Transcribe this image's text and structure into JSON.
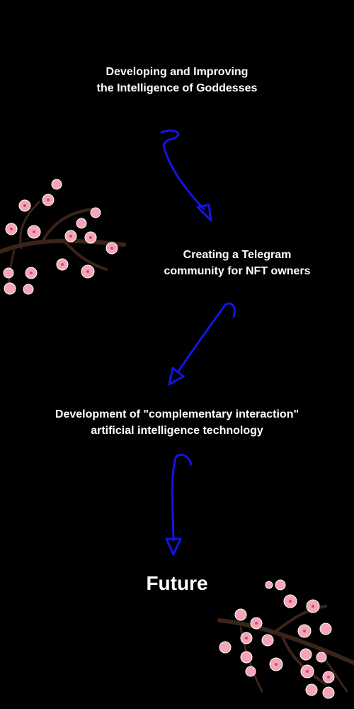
{
  "steps": [
    {
      "line1": "Developing and Improving",
      "line2": "the Intelligence of Goddesses"
    },
    {
      "line1": "Creating a Telegram",
      "line2": "community for NFT owners"
    },
    {
      "line1": "Development of \"complementary interaction\"",
      "line2": "artificial intelligence technology"
    }
  ],
  "final": "Future",
  "colors": {
    "background": "#000000",
    "text": "#ffffff",
    "arrow": "#1414e6",
    "petal": "#f4a6b6",
    "branch": "#3a2418"
  },
  "icons": [
    "arrow-down-icon",
    "cherry-blossom-branch"
  ]
}
